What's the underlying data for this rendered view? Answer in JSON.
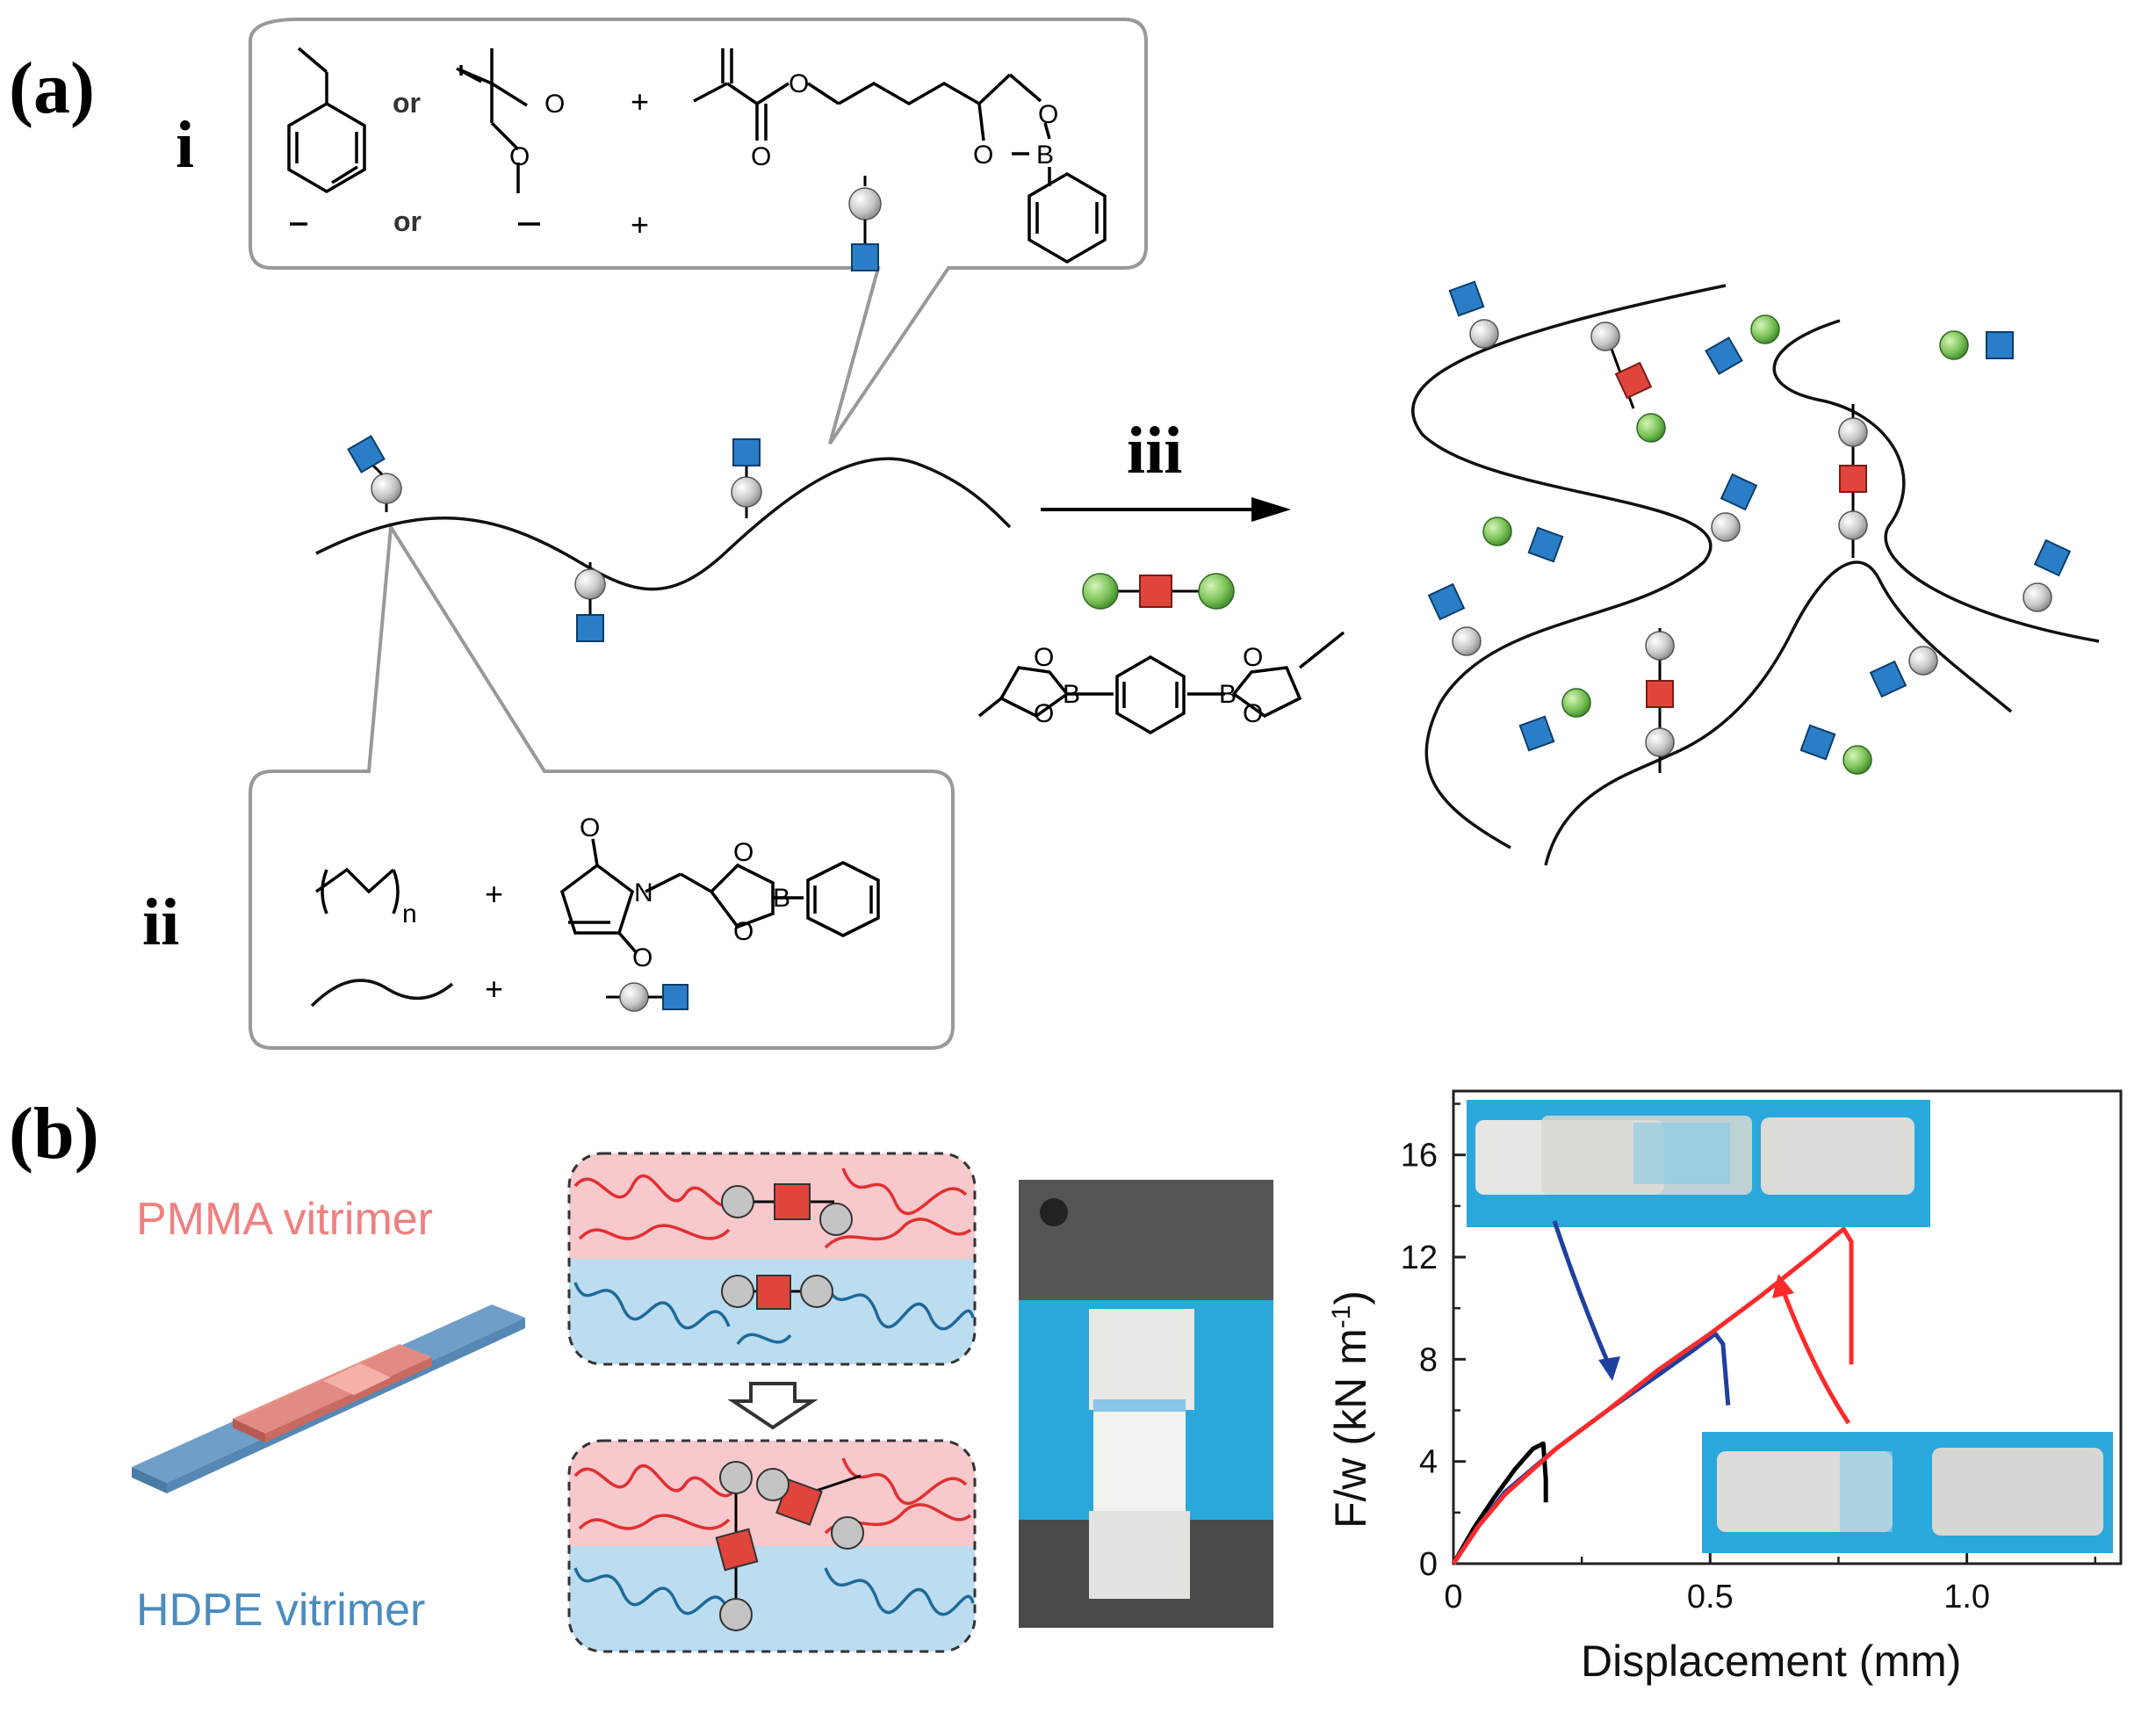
{
  "panel_labels": {
    "a": "(a)",
    "b": "(b)"
  },
  "roman": {
    "i": "i",
    "ii": "ii",
    "iii": "iii"
  },
  "scheme_text": {
    "or_1": "or",
    "or_2": "or",
    "plus": "+",
    "atom_O": "O",
    "atom_B": "B",
    "atom_N": "N",
    "subscript_n": "n"
  },
  "labels": {
    "pmma": "PMMA vitrimer",
    "hdpe": "HDPE vitrimer"
  },
  "colors": {
    "blue_square": "#2a7ec8",
    "red_square": "#e0453c",
    "green_ball": "#7cc35a",
    "grey_ball": "#c4c4c4",
    "pmma_fill": "#f7c8cc",
    "hdpe_fill": "#bcdcf0",
    "pmma_line": "#e03030",
    "hdpe_line": "#1d6a9a",
    "photo_blue": "#2aa8dc"
  },
  "chart_data": {
    "type": "line",
    "xlabel": "Displacement (mm)",
    "ylabel": "F/w (kN m",
    "ylabel_sup": "-1",
    "ylabel_close": ")",
    "xlim": [
      0,
      1.3
    ],
    "ylim": [
      0,
      18.5
    ],
    "x_ticks": [
      0,
      0.5,
      1.0
    ],
    "x_tick_labels": [
      "0",
      "0.5",
      "1.0"
    ],
    "y_ticks": [
      0,
      4,
      8,
      12,
      16
    ],
    "y_tick_labels": [
      "0",
      "4",
      "8",
      "12",
      "16"
    ],
    "series": [
      {
        "color": "#000000",
        "points": [
          [
            0,
            0
          ],
          [
            0.04,
            1.4
          ],
          [
            0.08,
            2.6
          ],
          [
            0.12,
            3.7
          ],
          [
            0.155,
            4.5
          ],
          [
            0.175,
            4.7
          ],
          [
            0.18,
            3.3
          ],
          [
            0.18,
            2.4
          ]
        ]
      },
      {
        "color": "#2040a0",
        "points": [
          [
            0,
            0
          ],
          [
            0.05,
            1.5
          ],
          [
            0.1,
            2.8
          ],
          [
            0.2,
            4.5
          ],
          [
            0.3,
            6.0
          ],
          [
            0.4,
            7.4
          ],
          [
            0.47,
            8.4
          ],
          [
            0.51,
            9.0
          ],
          [
            0.525,
            8.6
          ],
          [
            0.535,
            6.2
          ]
        ]
      },
      {
        "color": "#ff2a2a",
        "points": [
          [
            0,
            0
          ],
          [
            0.05,
            1.5
          ],
          [
            0.1,
            2.7
          ],
          [
            0.2,
            4.5
          ],
          [
            0.3,
            6.0
          ],
          [
            0.4,
            7.6
          ],
          [
            0.5,
            9.0
          ],
          [
            0.6,
            10.5
          ],
          [
            0.7,
            12.1
          ],
          [
            0.76,
            13.1
          ],
          [
            0.775,
            12.6
          ],
          [
            0.775,
            7.8
          ]
        ]
      }
    ]
  }
}
